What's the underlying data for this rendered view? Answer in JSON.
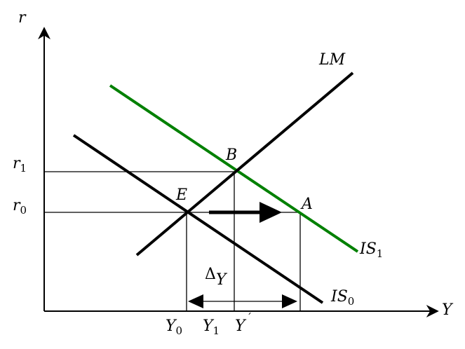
{
  "axes": {
    "y_label": "r",
    "x_label": "Y"
  },
  "curves": {
    "lm": {
      "label": "LM",
      "color": "#000000"
    },
    "is0": {
      "label": "IS",
      "sub": "0",
      "color": "#000000"
    },
    "is1": {
      "label": "IS",
      "sub": "1",
      "color": "#008000"
    }
  },
  "points": {
    "e": "E",
    "b": "B",
    "a": "A"
  },
  "y_ticks": {
    "r1": {
      "main": "r",
      "sub": "1"
    },
    "r0": {
      "main": "r",
      "sub": "0"
    }
  },
  "x_ticks": {
    "y0": {
      "main": "Y",
      "sub": "0"
    },
    "y1": {
      "main": "Y",
      "sub": "1"
    },
    "yprime": {
      "main": "Y",
      "prime": "´"
    }
  },
  "delta": {
    "main": "Δ",
    "sub": "Y"
  }
}
